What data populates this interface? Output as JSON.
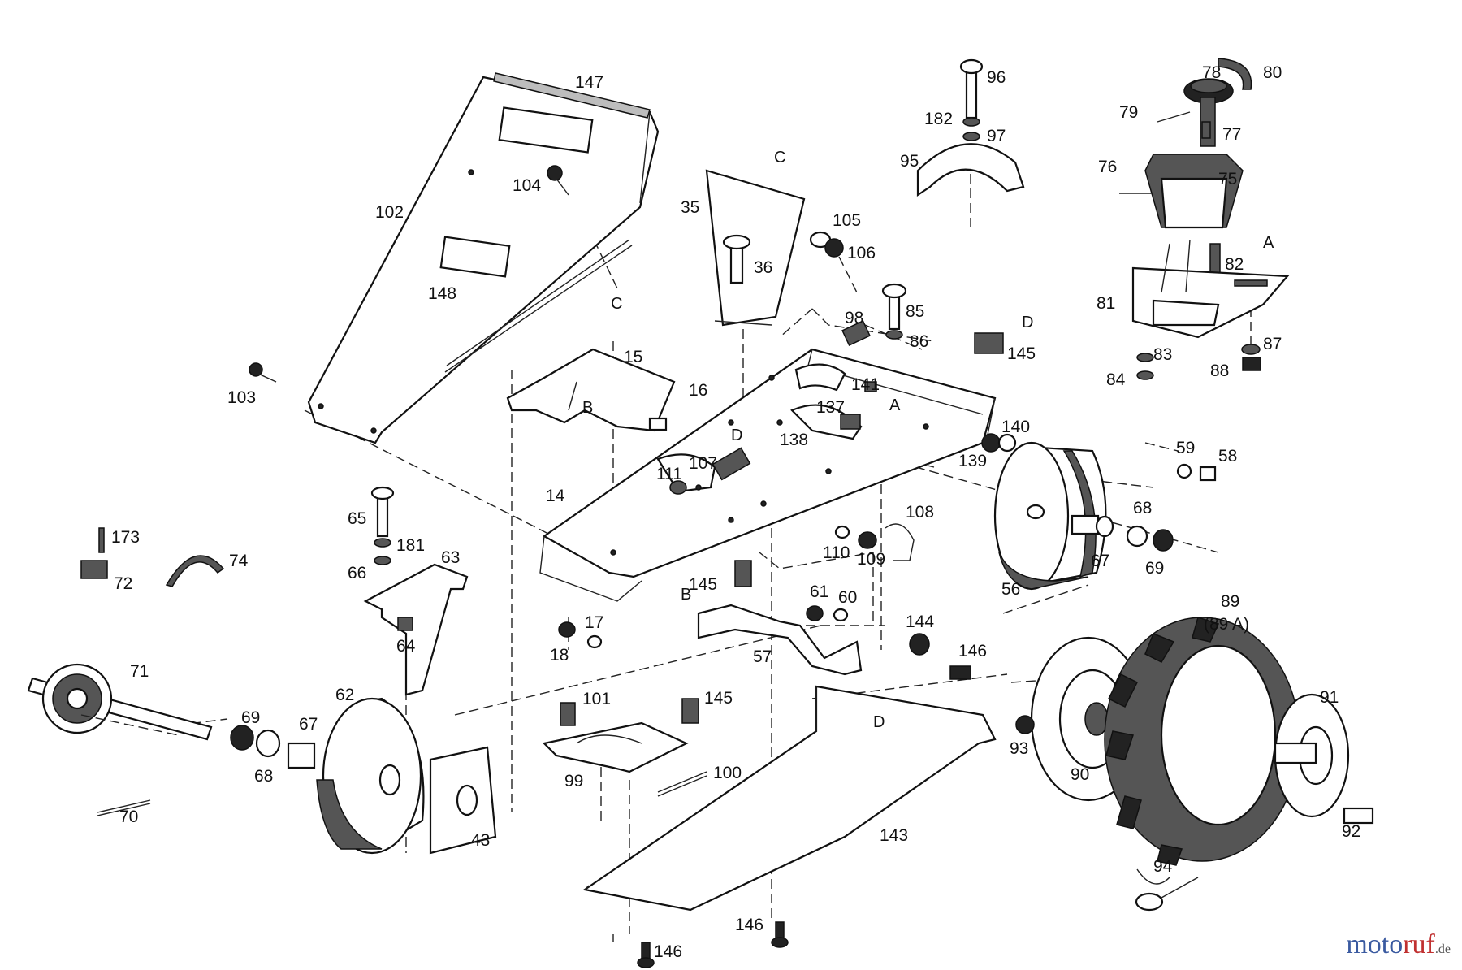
{
  "watermark": {
    "name_a": "moto",
    "name_b": "ruf",
    "tld": ".de"
  },
  "ref_letters": [
    "A",
    "B",
    "C",
    "D"
  ],
  "callouts": [
    {
      "id": "147",
      "label": "147"
    },
    {
      "id": "104",
      "label": "104"
    },
    {
      "id": "102",
      "label": "102"
    },
    {
      "id": "148",
      "label": "148"
    },
    {
      "id": "103",
      "label": "103"
    },
    {
      "id": "35",
      "label": "35"
    },
    {
      "id": "36",
      "label": "36"
    },
    {
      "id": "105",
      "label": "105"
    },
    {
      "id": "106",
      "label": "106"
    },
    {
      "id": "96",
      "label": "96"
    },
    {
      "id": "182",
      "label": "182"
    },
    {
      "id": "97",
      "label": "97"
    },
    {
      "id": "95",
      "label": "95"
    },
    {
      "id": "85",
      "label": "85"
    },
    {
      "id": "86",
      "label": "86"
    },
    {
      "id": "98",
      "label": "98"
    },
    {
      "id": "145a",
      "label": "145"
    },
    {
      "id": "78",
      "label": "78"
    },
    {
      "id": "80",
      "label": "80"
    },
    {
      "id": "79",
      "label": "79"
    },
    {
      "id": "77",
      "label": "77"
    },
    {
      "id": "76",
      "label": "76"
    },
    {
      "id": "75",
      "label": "75"
    },
    {
      "id": "82",
      "label": "82"
    },
    {
      "id": "81",
      "label": "81"
    },
    {
      "id": "83",
      "label": "83"
    },
    {
      "id": "84",
      "label": "84"
    },
    {
      "id": "87",
      "label": "87"
    },
    {
      "id": "88",
      "label": "88"
    },
    {
      "id": "15",
      "label": "15"
    },
    {
      "id": "16",
      "label": "16"
    },
    {
      "id": "141",
      "label": "141"
    },
    {
      "id": "137",
      "label": "137"
    },
    {
      "id": "138",
      "label": "138"
    },
    {
      "id": "140",
      "label": "140"
    },
    {
      "id": "139",
      "label": "139"
    },
    {
      "id": "59",
      "label": "59"
    },
    {
      "id": "58",
      "label": "58"
    },
    {
      "id": "111",
      "label": "111"
    },
    {
      "id": "107",
      "label": "107"
    },
    {
      "id": "14",
      "label": "14"
    },
    {
      "id": "108",
      "label": "108"
    },
    {
      "id": "110",
      "label": "110"
    },
    {
      "id": "109",
      "label": "109"
    },
    {
      "id": "68a",
      "label": "68"
    },
    {
      "id": "67a",
      "label": "67"
    },
    {
      "id": "69a",
      "label": "69"
    },
    {
      "id": "56",
      "label": "56"
    },
    {
      "id": "65",
      "label": "65"
    },
    {
      "id": "181",
      "label": "181"
    },
    {
      "id": "66",
      "label": "66"
    },
    {
      "id": "63",
      "label": "63"
    },
    {
      "id": "173",
      "label": "173"
    },
    {
      "id": "72",
      "label": "72"
    },
    {
      "id": "74",
      "label": "74"
    },
    {
      "id": "145b",
      "label": "145"
    },
    {
      "id": "61",
      "label": "61"
    },
    {
      "id": "60",
      "label": "60"
    },
    {
      "id": "57",
      "label": "57"
    },
    {
      "id": "17",
      "label": "17"
    },
    {
      "id": "18",
      "label": "18"
    },
    {
      "id": "64",
      "label": "64"
    },
    {
      "id": "144",
      "label": "144"
    },
    {
      "id": "146a",
      "label": "146"
    },
    {
      "id": "89",
      "label": "89"
    },
    {
      "id": "89A",
      "label": "(89 A)"
    },
    {
      "id": "71",
      "label": "71"
    },
    {
      "id": "62",
      "label": "62"
    },
    {
      "id": "69b",
      "label": "69"
    },
    {
      "id": "67b",
      "label": "67"
    },
    {
      "id": "68b",
      "label": "68"
    },
    {
      "id": "70",
      "label": "70"
    },
    {
      "id": "101",
      "label": "101"
    },
    {
      "id": "145c",
      "label": "145"
    },
    {
      "id": "99",
      "label": "99"
    },
    {
      "id": "100",
      "label": "100"
    },
    {
      "id": "43",
      "label": "43"
    },
    {
      "id": "93",
      "label": "93"
    },
    {
      "id": "90",
      "label": "90"
    },
    {
      "id": "91",
      "label": "91"
    },
    {
      "id": "92",
      "label": "92"
    },
    {
      "id": "143",
      "label": "143"
    },
    {
      "id": "94",
      "label": "94"
    },
    {
      "id": "146b",
      "label": "146"
    },
    {
      "id": "146c",
      "label": "146"
    }
  ]
}
